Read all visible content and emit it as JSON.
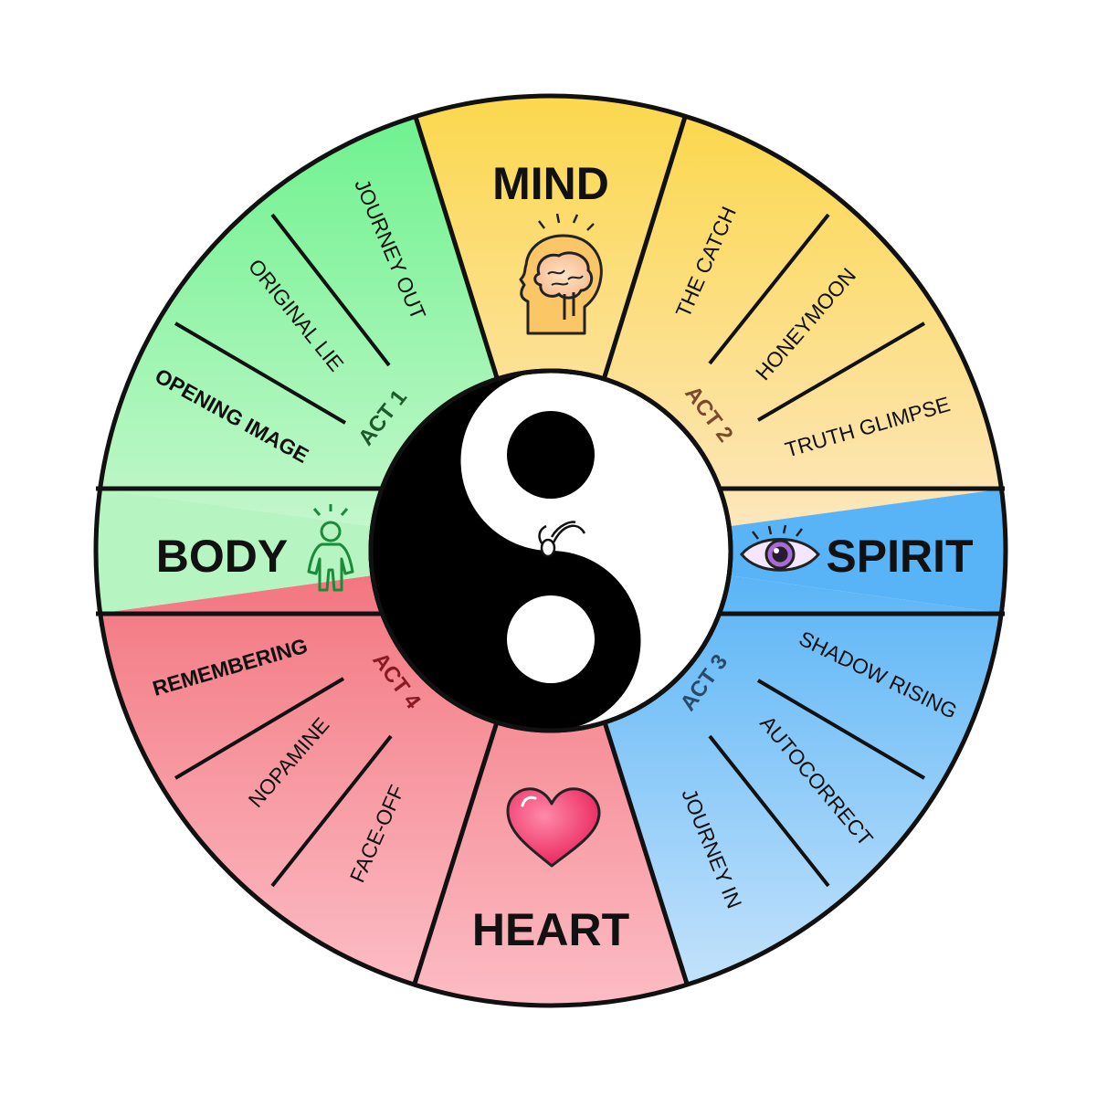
{
  "quadrants": {
    "mind": "MIND",
    "body": "BODY",
    "spirit": "SPIRIT",
    "heart": "HEART"
  },
  "acts": {
    "act1": "ACT 1",
    "act2": "ACT 2",
    "act3": "ACT 3",
    "act4": "ACT 4"
  },
  "beats": {
    "opening_image": "OPENING IMAGE",
    "original_lie": "ORIGINAL LIE",
    "journey_out": "JOURNEY OUT",
    "the_catch": "THE CATCH",
    "honeymoon": "HONEYMOON",
    "truth_glimpse": "TRUTH GLIMPSE",
    "shadow_rising": "SHADOW RISING",
    "autocorrect": "AUTOCORRECT",
    "journey_in": "JOURNEY IN",
    "face_off": "FACE-OFF",
    "nopamine": "NOPAMINE",
    "remembering": "REMEMBERING"
  },
  "colors": {
    "green": "#8ef0a2",
    "yellow": "#fbd86a",
    "blue": "#6fbdf6",
    "red": "#f48a92",
    "act1": "#1f5a2c",
    "act2": "#7a4a2a",
    "act3": "#2a4a6a",
    "act4": "#8a1a22"
  },
  "icons": {
    "mind": "brain-head-icon",
    "body": "person-icon",
    "spirit": "eye-icon",
    "heart": "heart-icon",
    "center": "yin-yang-icon"
  }
}
